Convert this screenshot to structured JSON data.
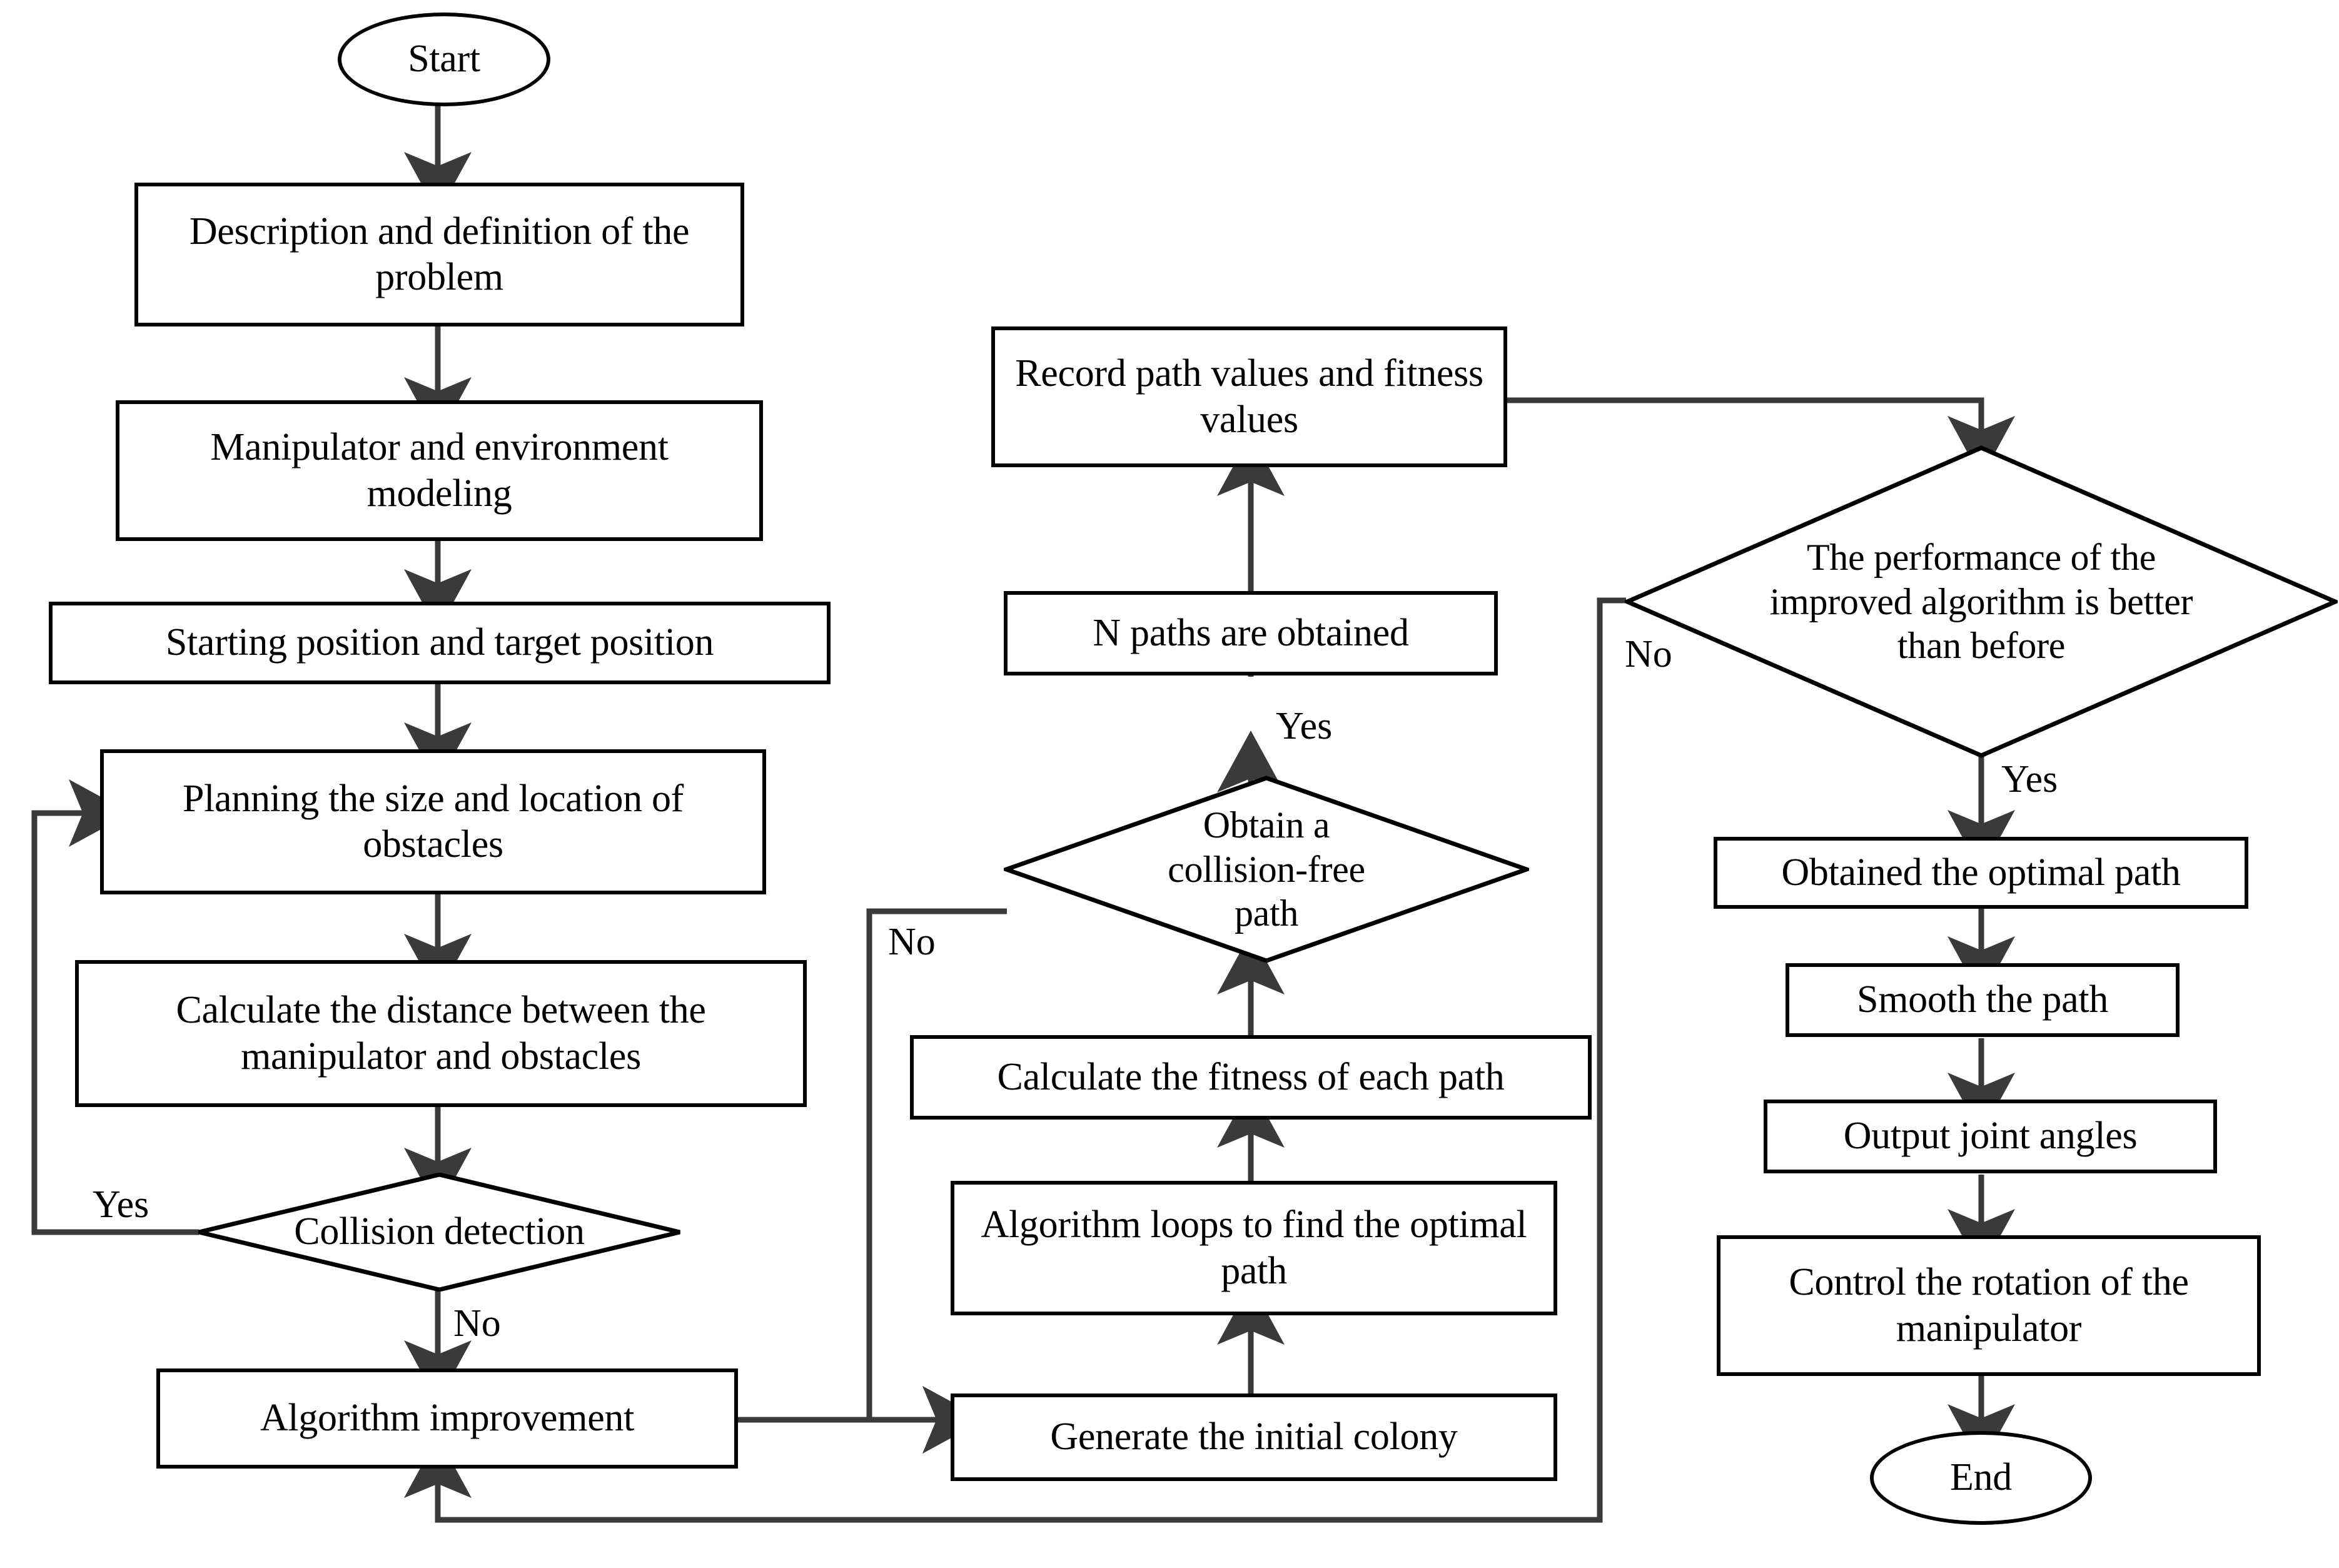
{
  "diagram": {
    "type": "flowchart",
    "title": "Manipulator path planning algorithm flowchart",
    "style": {
      "stroke": "#000000",
      "wire": "#3a3a3a",
      "fill": "#ffffff",
      "text": "#000000"
    },
    "nodes": {
      "start": {
        "label": "Start",
        "shape": "terminator"
      },
      "description": {
        "label": "Description and definition of the problem",
        "shape": "process"
      },
      "modeling": {
        "label": "Manipulator and environment modeling",
        "shape": "process"
      },
      "positions": {
        "label": "Starting position and target position",
        "shape": "process"
      },
      "obstacles": {
        "label": "Planning the size and location of obstacles",
        "shape": "process"
      },
      "distance": {
        "label": "Calculate the distance between the manipulator and obstacles",
        "shape": "process"
      },
      "collision": {
        "label": "Collision detection",
        "shape": "decision"
      },
      "improvement": {
        "label": "Algorithm improvement",
        "shape": "process"
      },
      "colony": {
        "label": "Generate the initial colony",
        "shape": "process"
      },
      "loops": {
        "label": "Algorithm loops to find the optimal path",
        "shape": "process"
      },
      "fitness": {
        "label": "Calculate the fitness of each path",
        "shape": "process"
      },
      "collisionfree": {
        "label": "Obtain a collision-free path",
        "shape": "decision"
      },
      "npaths": {
        "label": "N paths are obtained",
        "shape": "process"
      },
      "record": {
        "label": "Record path values and fitness values",
        "shape": "process"
      },
      "performance": {
        "label": "The performance of the improved algorithm is better than before",
        "shape": "decision"
      },
      "optimalpath": {
        "label": "Obtained the optimal path",
        "shape": "process"
      },
      "smooth": {
        "label": "Smooth the path",
        "shape": "process"
      },
      "output": {
        "label": "Output joint angles",
        "shape": "process"
      },
      "control": {
        "label": "Control the rotation of the manipulator",
        "shape": "process"
      },
      "end": {
        "label": "End",
        "shape": "terminator"
      }
    },
    "edge_labels": {
      "collision_yes": "Yes",
      "collision_no": "No",
      "collisionfree_yes": "Yes",
      "collisionfree_no": "No",
      "performance_yes": "Yes",
      "performance_no": "No"
    },
    "edges": [
      {
        "from": "start",
        "to": "description",
        "label": ""
      },
      {
        "from": "description",
        "to": "modeling",
        "label": ""
      },
      {
        "from": "modeling",
        "to": "positions",
        "label": ""
      },
      {
        "from": "positions",
        "to": "obstacles",
        "label": ""
      },
      {
        "from": "obstacles",
        "to": "distance",
        "label": ""
      },
      {
        "from": "distance",
        "to": "collision",
        "label": ""
      },
      {
        "from": "collision",
        "to": "obstacles",
        "label": "Yes"
      },
      {
        "from": "collision",
        "to": "improvement",
        "label": "No"
      },
      {
        "from": "improvement",
        "to": "colony",
        "label": ""
      },
      {
        "from": "colony",
        "to": "loops",
        "label": ""
      },
      {
        "from": "loops",
        "to": "fitness",
        "label": ""
      },
      {
        "from": "fitness",
        "to": "collisionfree",
        "label": ""
      },
      {
        "from": "collisionfree",
        "to": "npaths",
        "label": "Yes"
      },
      {
        "from": "collisionfree",
        "to": "colony",
        "label": "No"
      },
      {
        "from": "npaths",
        "to": "record",
        "label": ""
      },
      {
        "from": "record",
        "to": "performance",
        "label": ""
      },
      {
        "from": "performance",
        "to": "optimalpath",
        "label": "Yes"
      },
      {
        "from": "performance",
        "to": "improvement",
        "label": "No"
      },
      {
        "from": "optimalpath",
        "to": "smooth",
        "label": ""
      },
      {
        "from": "smooth",
        "to": "output",
        "label": ""
      },
      {
        "from": "output",
        "to": "control",
        "label": ""
      },
      {
        "from": "control",
        "to": "end",
        "label": ""
      }
    ]
  }
}
